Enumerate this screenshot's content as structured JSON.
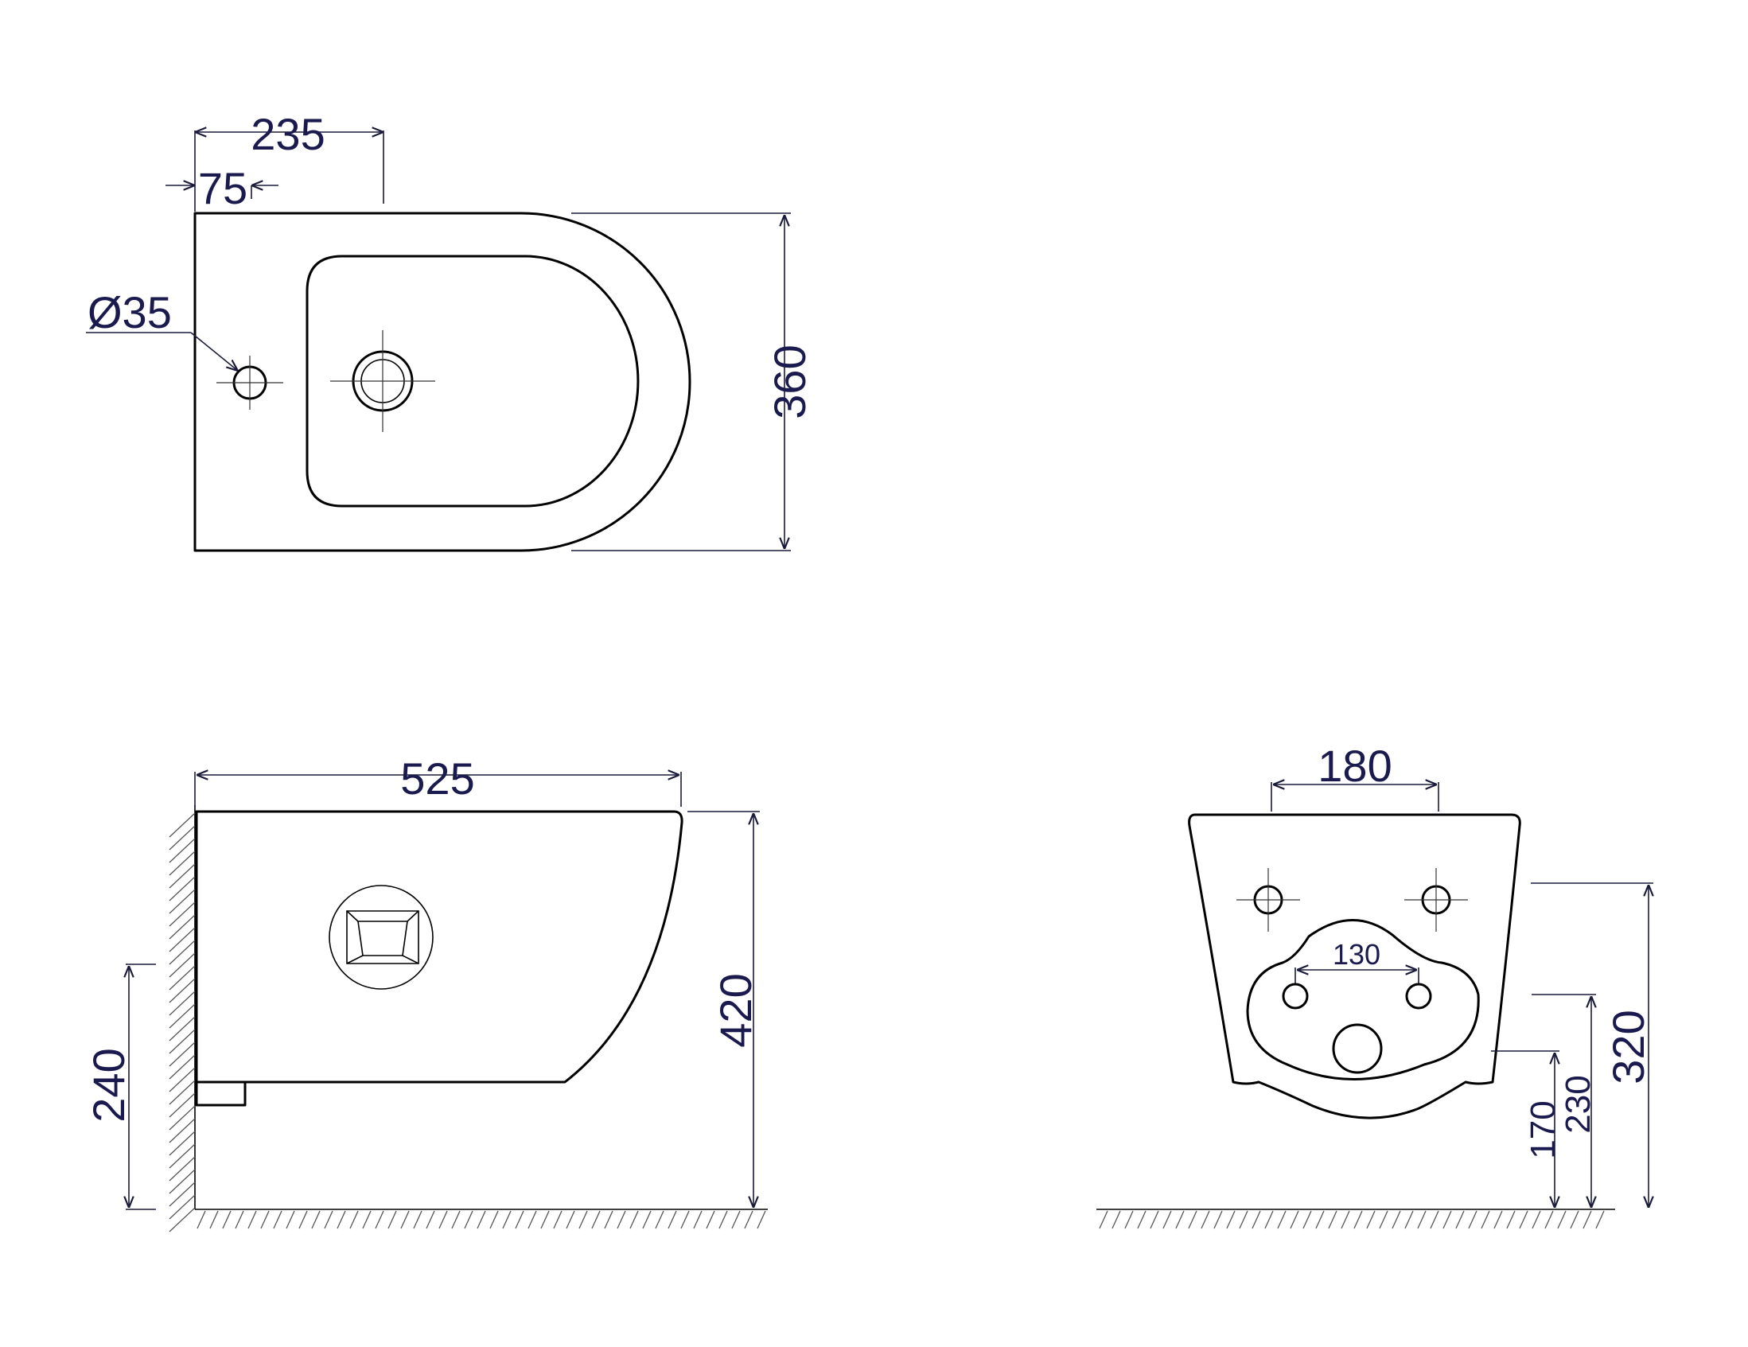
{
  "colors": {
    "line": "#000000",
    "dimension_text": "#1a1a4e",
    "background": "#ffffff"
  },
  "top_view": {
    "dim_width_235": "235",
    "dim_offset_75": "75",
    "dim_hole_diameter": "Ø35",
    "dim_height_360": "360"
  },
  "side_view": {
    "dim_length_525": "525",
    "dim_height_420": "420",
    "dim_height_240": "240"
  },
  "rear_view": {
    "dim_width_180": "180",
    "dim_bolt_spacing_130": "130",
    "dim_height_320": "320",
    "dim_height_230": "230",
    "dim_height_170": "170"
  }
}
